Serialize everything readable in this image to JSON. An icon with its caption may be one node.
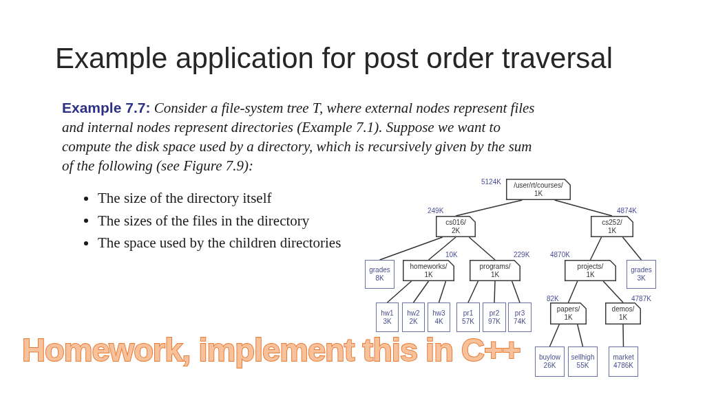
{
  "diagram": {
    "title": "Example application for post order traversal",
    "nodes": [
      {
        "text": [
          "/user/rt/courses/",
          "1K"
        ],
        "beside": [
          "5124K"
        ]
      },
      {
        "text": [
          "cs016/",
          "2K"
        ],
        "beside": [
          "249K"
        ]
      },
      {
        "text": [
          "cs252/",
          "1K"
        ],
        "beside": [
          "4874K"
        ]
      },
      {
        "text": [
          "grades",
          "8K"
        ]
      },
      {
        "text": [
          "homeworks/",
          "1K"
        ],
        "beside": [
          "10K"
        ]
      },
      {
        "text": [
          "programs/",
          "1K"
        ],
        "beside": [
          "229K"
        ]
      },
      {
        "text": [
          "projects/",
          "1K"
        ],
        "beside": [
          "4870K"
        ]
      },
      {
        "text": [
          "grades",
          "3K"
        ]
      },
      {
        "text": [
          "hw1",
          "3K"
        ]
      },
      {
        "text": [
          "hw2",
          "2K"
        ]
      },
      {
        "text": [
          "hw3",
          "4K"
        ]
      },
      {
        "text": [
          "pr1",
          "57K"
        ]
      },
      {
        "text": [
          "pr2",
          "97K"
        ]
      },
      {
        "text": [
          "pr3",
          "74K"
        ]
      },
      {
        "text": [
          "papers/",
          "1K"
        ],
        "beside": [
          "82K"
        ]
      },
      {
        "text": [
          "demos/",
          "1K"
        ],
        "beside": [
          "4787K"
        ]
      },
      {
        "text": [
          "buylow",
          "26K"
        ]
      },
      {
        "text": [
          "sellhigh",
          "55K"
        ]
      },
      {
        "text": [
          "market",
          "4786K"
        ]
      }
    ],
    "edges": [
      {
        "from": 0,
        "to": 1,
        "arrow": "none"
      },
      {
        "from": 0,
        "to": 2,
        "arrow": "none"
      },
      {
        "from": 1,
        "to": 3,
        "arrow": "none"
      },
      {
        "from": 1,
        "to": 4,
        "arrow": "none"
      },
      {
        "from": 1,
        "to": 5,
        "arrow": "none"
      },
      {
        "from": 2,
        "to": 6,
        "arrow": "none"
      },
      {
        "from": 2,
        "to": 7,
        "arrow": "none"
      },
      {
        "from": 4,
        "to": 8,
        "arrow": "none"
      },
      {
        "from": 4,
        "to": 9,
        "arrow": "none"
      },
      {
        "from": 4,
        "to": 10,
        "arrow": "none"
      },
      {
        "from": 5,
        "to": 11,
        "arrow": "none"
      },
      {
        "from": 5,
        "to": 12,
        "arrow": "none"
      },
      {
        "from": 5,
        "to": 13,
        "arrow": "none"
      },
      {
        "from": 6,
        "to": 14,
        "arrow": "none"
      },
      {
        "from": 6,
        "to": 15,
        "arrow": "none"
      },
      {
        "from": 14,
        "to": 16,
        "arrow": "none"
      },
      {
        "from": 14,
        "to": 17,
        "arrow": "none"
      },
      {
        "from": 15,
        "to": 18,
        "arrow": "none"
      }
    ],
    "labels": [
      "**Example 7.7:** Consider a file-system tree T, where external nodes represent files and internal nodes represent directories (Example 7.1). Suppose we want to compute the disk space used by a directory, which is recursively given by the sum of the following (see Figure 7.9):",
      "The size of the directory itself",
      "The sizes of the files in the directory",
      "The space used by the children directories",
      "Homework, implement this in C++"
    ]
  }
}
